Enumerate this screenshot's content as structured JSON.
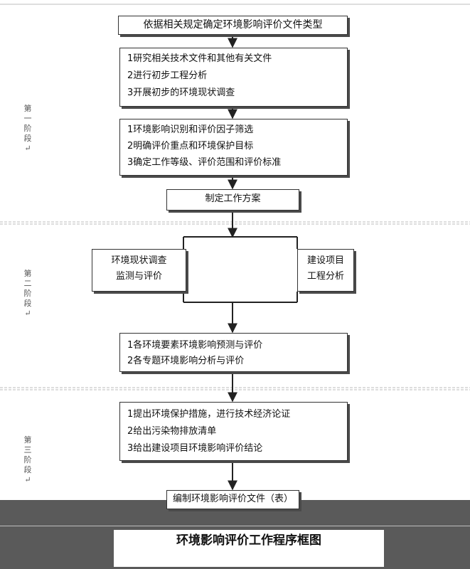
{
  "title_box": "依据相关规定确定环境影响评价文件类型",
  "stage1": {
    "label": "第\n一\n阶\n段\n↵",
    "box_a": [
      "1研究相关技术文件和其他有关文件",
      "2进行初步工程分析",
      "3开展初步的环境现状调查"
    ],
    "box_b": [
      "1环境影响识别和评价因子筛选",
      "2明确评价重点和环境保护目标",
      "3确定工作等级、评价范围和评价标准"
    ],
    "plan_box": "制定工作方案"
  },
  "stage2": {
    "label": "第\n二\n阶\n段\n↵",
    "left_box": [
      "环境现状调查",
      "监测与评价"
    ],
    "right_box": [
      "建设项目",
      "工程分析"
    ],
    "box_c": [
      "1各环境要素环境影响预测与评价",
      "2各专题环境影响分析与评价"
    ]
  },
  "stage3": {
    "label": "第\n三\n阶\n段\n↵",
    "box_d": [
      "1提出环境保护措施，进行技术经济论证",
      "2给出污染物排放清单",
      "3给出建设项目环境影响评价结论"
    ],
    "final_box": "编制环境影响评价文件（表）"
  },
  "caption": "环境影响评价工作程序框图",
  "colors": {
    "footer_bar": "#5a5a5a",
    "arrow": "#222222",
    "separator": "#bdbdbd"
  }
}
